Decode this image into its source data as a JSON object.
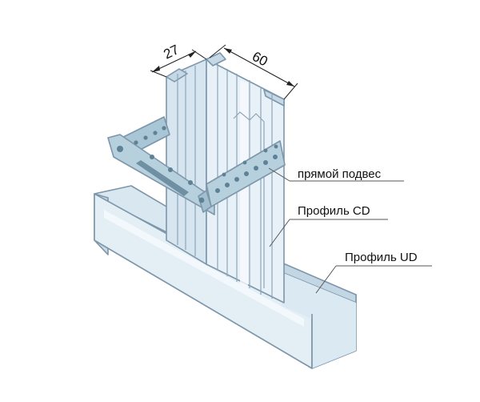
{
  "dimensions": {
    "width_cd": "27",
    "depth_cd": "60"
  },
  "labels": {
    "hanger": "прямой подвес",
    "profile_cd": "Профиль CD",
    "profile_ud": "Профиль UD"
  },
  "colors": {
    "metal_light": "#eaf3f8",
    "metal_mid": "#d2e2ec",
    "metal_dark": "#b8cedc",
    "edge": "#7d96aa",
    "hanger": "#a9c6d6"
  }
}
